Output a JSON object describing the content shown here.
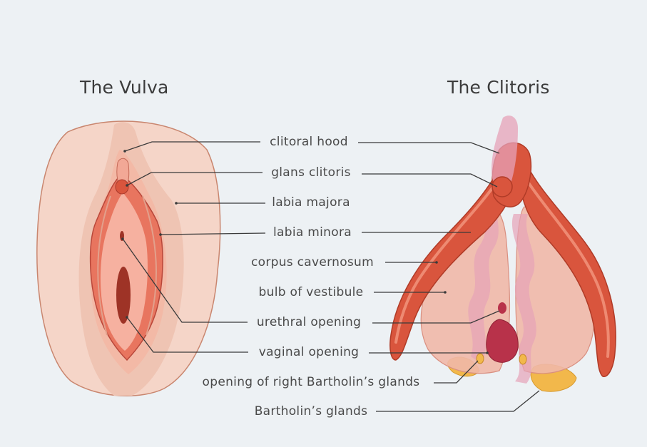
{
  "titles": {
    "vulva": "The Vulva",
    "clitoris": "The Clitoris"
  },
  "labels": [
    "clitoral hood",
    "glans clitoris",
    "labia majora",
    "labia minora",
    "corpus cavernosum",
    "bulb of vestibule",
    "urethral opening",
    "vaginal opening",
    "opening of right Bartholin’s glands",
    "Bartholin’s glands"
  ],
  "colors": {
    "background": "#edf1f4",
    "skin_light": "#f5d5c8",
    "skin_mid": "#ecbfae",
    "labia_minora": "#e8755f",
    "clitoris_red": "#d9553d",
    "gland_yellow": "#f2b84b",
    "bulb_pink": "#e9a8b4",
    "line": "#3a3a3a"
  }
}
